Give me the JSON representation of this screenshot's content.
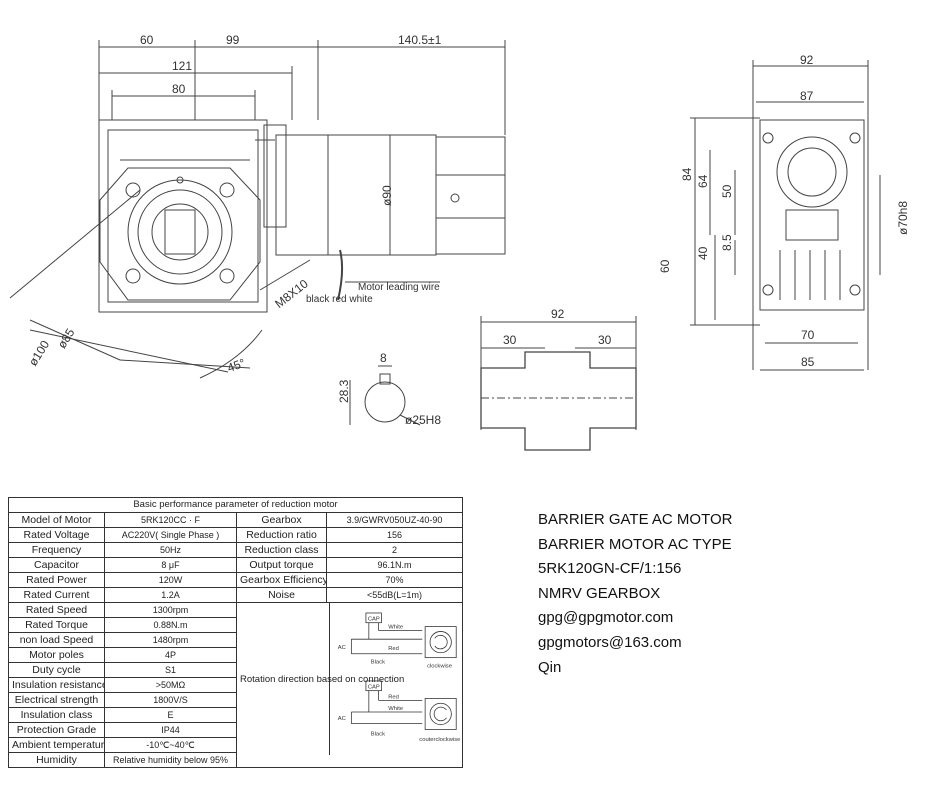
{
  "dimensions": {
    "d60": "60",
    "d99": "99",
    "d140": "140.5±1",
    "d121": "121",
    "d80": "80",
    "d92_top": "92",
    "d87": "87",
    "d84": "84",
    "d64": "64",
    "d50": "50",
    "d8_5": "8.5",
    "d40": "40",
    "d60_side": "60",
    "d70h8": "ø70h8",
    "d70": "70",
    "d85": "85",
    "dia85": "ø85",
    "dia100": "ø100",
    "angle45": "45°",
    "m8x10": "M8X10",
    "dia90": "ø90",
    "shaft92": "92",
    "shaft30a": "30",
    "shaft30b": "30",
    "key8": "8",
    "key28_3": "28.3",
    "dia25h8": "ø25H8"
  },
  "notes": {
    "motor_wire": "Motor leading wire",
    "wire_colors": "black red white"
  },
  "spec_table": {
    "title": "Basic performance parameter of reduction motor",
    "left_rows": [
      {
        "label": "Model of Motor",
        "value": "5RK120CC · F"
      },
      {
        "label": "Rated Voltage",
        "value": "AC220V( Single Phase )"
      },
      {
        "label": "Frequency",
        "value": "50Hz"
      },
      {
        "label": "Capacitor",
        "value": "8 μF"
      },
      {
        "label": "Rated Power",
        "value": "120W"
      },
      {
        "label": "Rated Current",
        "value": "1.2A"
      },
      {
        "label": "Rated Speed",
        "value": "1300rpm"
      },
      {
        "label": "Rated Torque",
        "value": "0.88N.m"
      },
      {
        "label": "non load Speed",
        "value": "1480rpm"
      },
      {
        "label": "Motor poles",
        "value": "4P"
      },
      {
        "label": "Duty cycle",
        "value": "S1"
      },
      {
        "label": "Insulation resistance",
        "value": ">50MΩ"
      },
      {
        "label": "Electrical strength",
        "value": "1800V/S"
      },
      {
        "label": "Insulation class",
        "value": "E"
      },
      {
        "label": "Protection Grade",
        "value": "IP44"
      },
      {
        "label": "Ambient temperature",
        "value": "-10℃~40℃"
      },
      {
        "label": "Humidity",
        "value": "Relative humidity below 95%"
      }
    ],
    "right_rows": [
      {
        "label": "Gearbox",
        "value": "3.9/GWRV050UZ-40-90"
      },
      {
        "label": "Reduction ratio",
        "value": "156"
      },
      {
        "label": "Reduction class",
        "value": "2"
      },
      {
        "label": "Output torque",
        "value": "96.1N.m"
      },
      {
        "label": "Gearbox Efficiency",
        "value": "70%"
      },
      {
        "label": "Noise",
        "value": "<55dB(L=1m)"
      }
    ],
    "rotation_label": "Rotation direction based on connection",
    "wiring": {
      "cap": "CAP",
      "ac": "AC",
      "white": "White",
      "red": "Red",
      "black": "Black",
      "clockwise": "clockwise",
      "counterclockwise": "couterclockwise"
    }
  },
  "info_lines": [
    "BARRIER GATE AC MOTOR",
    "BARRIER MOTOR AC TYPE",
    "5RK120GN-CF/1:156",
    "NMRV GEARBOX",
    "gpg@gpgmotor.com",
    "gpgmotors@163.com",
    "Qin"
  ]
}
